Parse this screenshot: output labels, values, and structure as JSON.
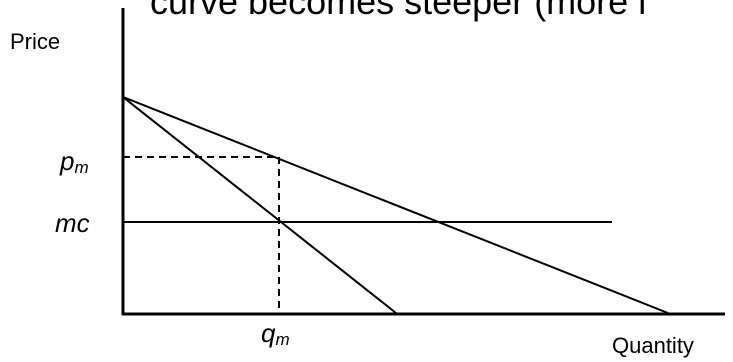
{
  "caption": "curve becomes steeper (more i",
  "axes": {
    "y_label": "Price",
    "x_label": "Quantity"
  },
  "labels": {
    "pm_base": "p",
    "pm_sub": "m",
    "mc": "mc",
    "qm_base": "q",
    "qm_sub": "m"
  },
  "colors": {
    "line": "#000000",
    "background": "#ffffff"
  }
}
